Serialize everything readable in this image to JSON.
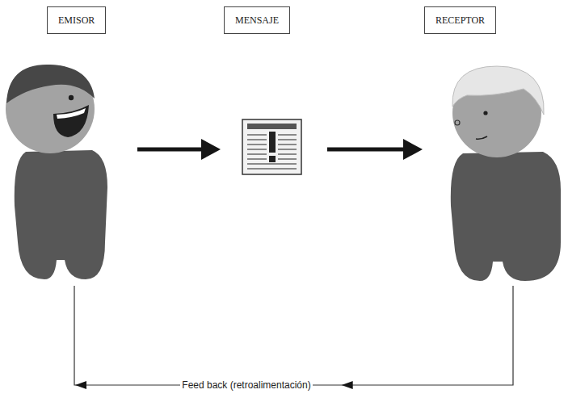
{
  "diagram": {
    "nodes": [
      {
        "text": [
          "EMISOR"
        ]
      },
      {
        "text": [
          "MENSAJE"
        ]
      },
      {
        "text": [
          "RECEPTOR"
        ]
      }
    ],
    "edges": [
      {
        "from": 0,
        "to": 1,
        "arrow": "to"
      },
      {
        "from": 1,
        "to": 2,
        "arrow": "to"
      },
      {
        "from": 2,
        "to": 0,
        "label": "Feed back (retroalimentación)",
        "arrow": "to"
      }
    ]
  }
}
